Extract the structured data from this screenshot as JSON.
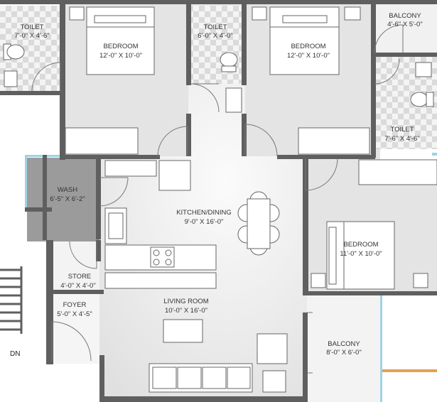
{
  "plan": {
    "rooms": {
      "toilet_1": {
        "name": "TOILET",
        "size": "7'-0\" X 4'-6\""
      },
      "bedroom_1": {
        "name": "BEDROOM",
        "size": "12'-0\" X 10'-0\""
      },
      "toilet_2": {
        "name": "TOILET",
        "size": "6'-0\" X 4'-0\""
      },
      "bedroom_2": {
        "name": "BEDROOM",
        "size": "12'-0\" X 10'-0\""
      },
      "balcony_1": {
        "name": "BALCONY",
        "size": "4'-6\" X 5'-0\""
      },
      "toilet_3": {
        "name": "TOILET",
        "size": "7'-6\" X 4'-6\""
      },
      "wash": {
        "name": "WASH",
        "size": "6'-5\" X 6'-2\""
      },
      "kitchen_dining": {
        "name": "KITCHEN/DINING",
        "size": "9'-0\" X 16'-0\""
      },
      "bedroom_3": {
        "name": "BEDROOM",
        "size": "11'-0\" X 10'-0\""
      },
      "store": {
        "name": "STORE",
        "size": "4'-0\" X 4'-0\""
      },
      "living_room": {
        "name": "LIVING ROOM",
        "size": "10'-0\" X 16'-0\""
      },
      "foyer": {
        "name": "FOYER",
        "size": "5'-0\" X 4'-5\""
      },
      "balcony_2": {
        "name": "BALCONY",
        "size": "8'-0\" X 6'-0\""
      }
    },
    "stair_label": "DN",
    "colors": {
      "wall": "#5f5f5f",
      "floor": "#e6e6e6",
      "floor_light": "#f2f2f2",
      "wash_floor": "#9b9b9b",
      "tile_light": "#f4f4f4",
      "tile_dark": "#d9d9d9",
      "accent_blue": "#9fd3e6",
      "accent_orange": "#e5a04f",
      "furniture": "#ffffff",
      "furniture_stroke": "#666666"
    }
  }
}
